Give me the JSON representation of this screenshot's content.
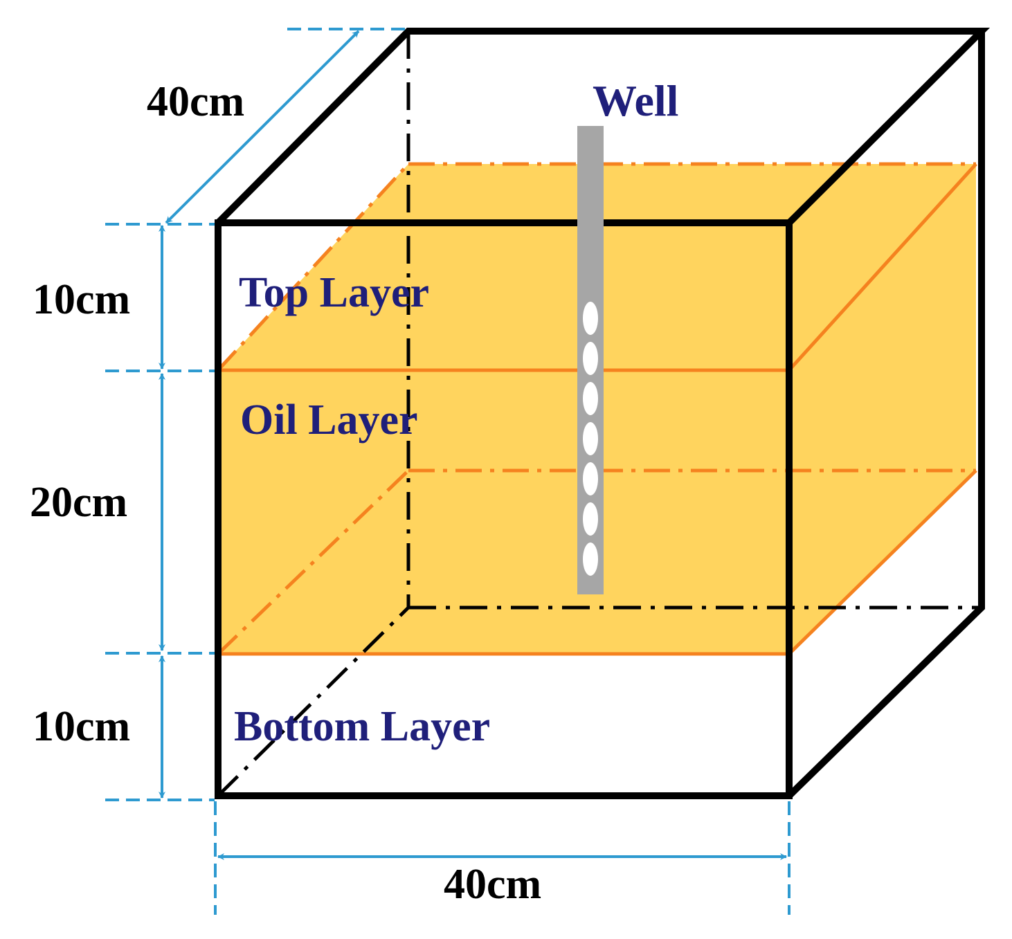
{
  "labels": {
    "depth": "40cm",
    "width": "40cm",
    "top_thickness": "10cm",
    "oil_thickness": "20cm",
    "bottom_thickness": "10cm",
    "well": "Well",
    "top_layer": "Top Layer",
    "oil_layer": "Oil Layer",
    "bottom_layer": "Bottom Layer"
  },
  "colors": {
    "outline": "#000000",
    "oil_fill": "#FFD45E",
    "oil_line": "#F5821F",
    "dimension": "#2E9AD0",
    "label_text": "#1F1F7A",
    "well": "#A6A6A6",
    "perforation": "#FFFFFF"
  }
}
